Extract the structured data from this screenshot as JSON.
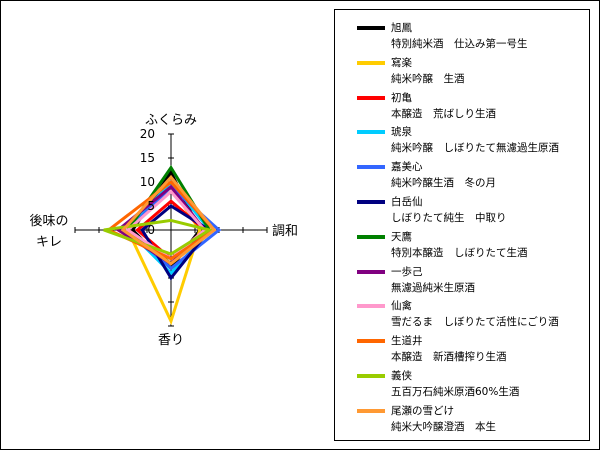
{
  "chart_data": {
    "type": "radar",
    "axes": [
      "ふくらみ",
      "調和",
      "香り",
      "後味の\nキレ"
    ],
    "rlim": [
      0,
      20
    ],
    "ticks": [
      0,
      5,
      10,
      15,
      20
    ],
    "series": [
      {
        "name": "旭鳳",
        "desc": "特別純米酒　仕込み第一号生",
        "color": "#000000",
        "values": [
          12,
          6,
          8,
          8
        ]
      },
      {
        "name": "寫楽",
        "desc": "純米吟醸　生酒",
        "color": "#ffcc00",
        "values": [
          9,
          6,
          19,
          9
        ]
      },
      {
        "name": "初亀",
        "desc": "本醸造　荒ばしり生酒",
        "color": "#ff0000",
        "values": [
          6,
          7,
          6,
          7
        ]
      },
      {
        "name": "琥泉",
        "desc": "純米吟醸　しぼりたて無濾過生原酒",
        "color": "#00ccff",
        "values": [
          10,
          8,
          9,
          9
        ]
      },
      {
        "name": "嘉美心",
        "desc": "純米吟醸生酒　冬の月",
        "color": "#3366ff",
        "values": [
          9,
          10,
          8,
          9
        ]
      },
      {
        "name": "白岳仙",
        "desc": "しぼりたて純生　中取り",
        "color": "#000080",
        "values": [
          5,
          8,
          10,
          6
        ]
      },
      {
        "name": "天鷹",
        "desc": "特別本醸造　しぼりたて生酒",
        "color": "#008000",
        "values": [
          13,
          8,
          7,
          9
        ]
      },
      {
        "name": "一歩己",
        "desc": "無濾過純米生原酒",
        "color": "#800080",
        "values": [
          9,
          7,
          7,
          11
        ]
      },
      {
        "name": "仙禽",
        "desc": "雪だるま　しぼりたて活性にごり酒",
        "color": "#ff99cc",
        "values": [
          8,
          7,
          6,
          9
        ]
      },
      {
        "name": "生道井",
        "desc": "本醸造　新酒槽搾り生酒",
        "color": "#ff6600",
        "values": [
          10,
          9,
          6,
          13
        ]
      },
      {
        "name": "義侠",
        "desc": "五百万石純米原酒60%生酒",
        "color": "#99cc00",
        "values": [
          2,
          8,
          5,
          14
        ]
      },
      {
        "name": "尾瀬の雪どけ",
        "desc": "純米大吟醸澄酒　本生",
        "color": "#ff9933",
        "values": [
          11,
          9,
          7,
          10
        ]
      }
    ]
  }
}
